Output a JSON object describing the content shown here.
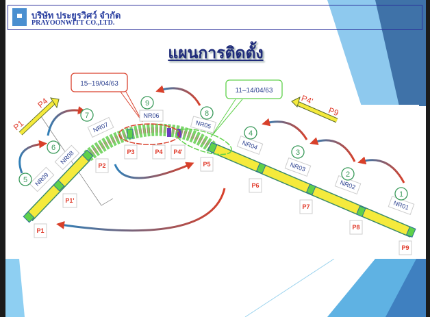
{
  "header": {
    "company_th": "บริษัท ประยูรวิศว์ จำกัด",
    "company_en": "PRAYOONWITT CO.,LTD."
  },
  "title": "แผนการติดตั้ง",
  "callouts": [
    {
      "text": "15–19/04/63",
      "color": "#d9402c"
    },
    {
      "text": "11–14/04/63",
      "color": "#5fd14a"
    }
  ],
  "direction_arrows": [
    {
      "from": "P1",
      "to": "P4"
    },
    {
      "from": "P4'",
      "to": "P9"
    }
  ],
  "segments": [
    "NR09",
    "NR08",
    "NR07",
    "NR06",
    "NR05",
    "NR04",
    "NR03",
    "NR02",
    "NR01"
  ],
  "sequence": [
    "5",
    "6",
    "7",
    "9",
    "8",
    "4",
    "3",
    "2",
    "1"
  ],
  "piers": [
    "P1",
    "P1'",
    "P2",
    "P3",
    "P4",
    "P4'",
    "P5",
    "P6",
    "P7",
    "P8",
    "P9"
  ],
  "colors": {
    "deck": "#f5ea3c",
    "support": "#5fd14a",
    "label_red": "#e03a2a",
    "text_blue": "#2a3f8f"
  }
}
